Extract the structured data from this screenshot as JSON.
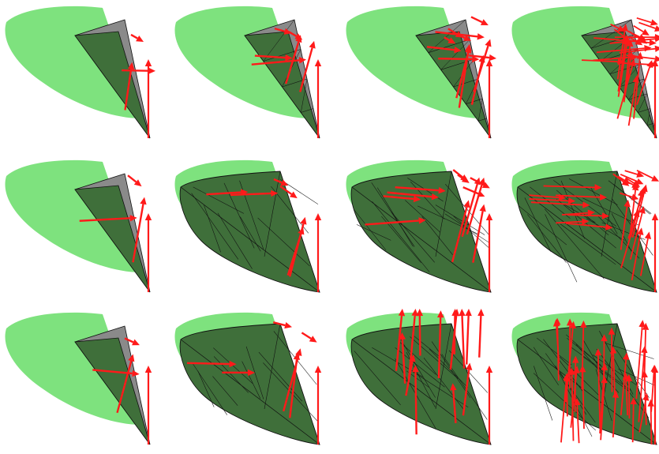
{
  "figure": {
    "description_hidden": "",
    "colors": {
      "background": "#ffffff",
      "target_surface": "#7ee27e",
      "mesh_dark": "#3f6f3a",
      "mesh_grey": "#8a8a8a",
      "edges": "#111111",
      "vectors": "#ff1a1a"
    },
    "rows": 3,
    "columns": 4,
    "panels": [
      {
        "id": "r1c1",
        "row": 1,
        "col": 1,
        "refinement": 0,
        "fit": 0,
        "vector_density": "low",
        "vectors": "sparse"
      },
      {
        "id": "r1c2",
        "row": 1,
        "col": 2,
        "refinement": 1,
        "fit": 0,
        "vector_density": "low",
        "vectors": "medium"
      },
      {
        "id": "r1c3",
        "row": 1,
        "col": 3,
        "refinement": 2,
        "fit": 0,
        "vector_density": "medium",
        "vectors": "many"
      },
      {
        "id": "r1c4",
        "row": 1,
        "col": 4,
        "refinement": 3,
        "fit": 0,
        "vector_density": "high",
        "vectors": "dense"
      },
      {
        "id": "r2c1",
        "row": 2,
        "col": 1,
        "refinement": 0,
        "fit": 0,
        "vector_density": "low",
        "vectors": "sparse"
      },
      {
        "id": "r2c2",
        "row": 2,
        "col": 2,
        "refinement": 1,
        "fit": 1,
        "vector_density": "low",
        "vectors": "medium"
      },
      {
        "id": "r2c3",
        "row": 2,
        "col": 3,
        "refinement": 2,
        "fit": 1,
        "vector_density": "medium",
        "vectors": "many"
      },
      {
        "id": "r2c4",
        "row": 2,
        "col": 4,
        "refinement": 3,
        "fit": 1,
        "vector_density": "high",
        "vectors": "dense"
      },
      {
        "id": "r3c1",
        "row": 3,
        "col": 1,
        "refinement": 0,
        "fit": 0,
        "vector_density": "low",
        "vectors": "sparse"
      },
      {
        "id": "r3c2",
        "row": 3,
        "col": 2,
        "refinement": 1,
        "fit": 1,
        "vector_density": "low",
        "vectors": "medium"
      },
      {
        "id": "r3c3",
        "row": 3,
        "col": 3,
        "refinement": 2,
        "fit": 1,
        "vector_density": "medium",
        "vectors": "many-vertical"
      },
      {
        "id": "r3c4",
        "row": 3,
        "col": 4,
        "refinement": 3,
        "fit": 1,
        "vector_density": "high",
        "vectors": "dense-vertical"
      }
    ]
  }
}
